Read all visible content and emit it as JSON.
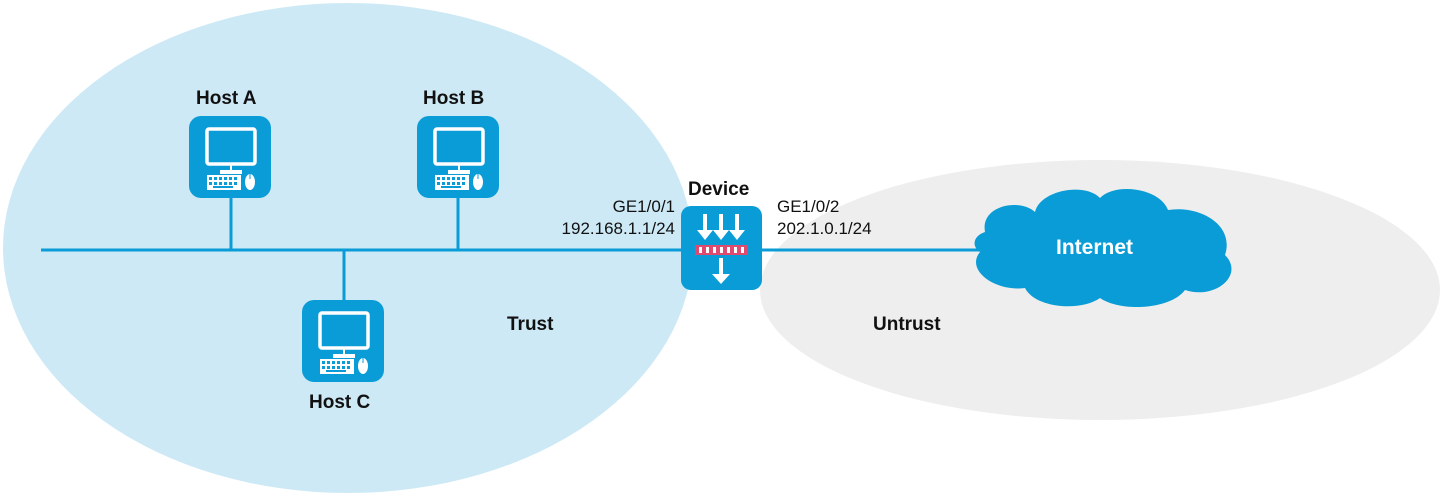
{
  "zones": {
    "trust": {
      "label": "Trust",
      "color": "#cde9f6"
    },
    "untrust": {
      "label": "Untrust",
      "color": "#eeeeee"
    }
  },
  "colors": {
    "icon_fill": "#0a9cd6",
    "link": "#0a9cd6",
    "firewall_bar": "#e04a6e",
    "icon_glyph": "#ffffff",
    "cloud": "#0a9cd6"
  },
  "hosts": [
    {
      "name": "Host A"
    },
    {
      "name": "Host B"
    },
    {
      "name": "Host C"
    }
  ],
  "device": {
    "name": "Device",
    "icon": "firewall-icon",
    "interfaces": [
      {
        "name": "GE1/0/1",
        "ip": "192.168.1.1/24"
      },
      {
        "name": "GE1/0/2",
        "ip": "202.1.0.1/24"
      }
    ]
  },
  "internet": {
    "label": "Internet",
    "icon": "cloud-icon"
  }
}
